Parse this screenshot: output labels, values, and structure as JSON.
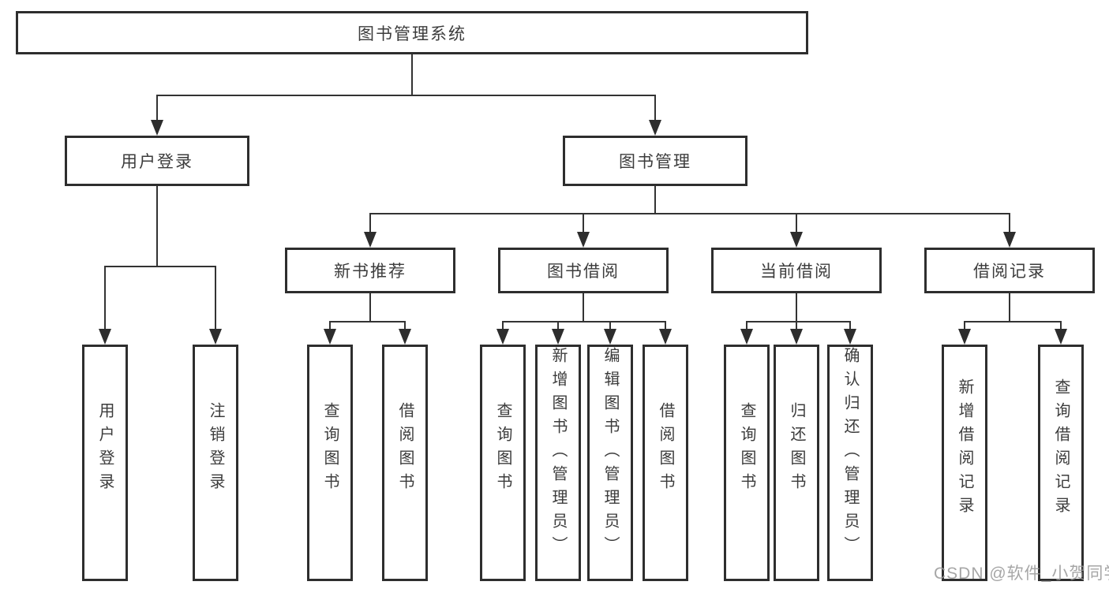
{
  "tree": {
    "root": "图书管理系统",
    "level2": [
      "用户登录",
      "图书管理"
    ],
    "level3": [
      "新书推荐",
      "图书借阅",
      "当前借阅",
      "借阅记录"
    ],
    "user_login_children": [
      "用户登录",
      "注销登录"
    ],
    "new_books_children": [
      "查询图书",
      "借阅图书"
    ],
    "borrow_children": [
      "查询图书",
      "新增图书（管理员）",
      "编辑图书（管理员）",
      "借阅图书"
    ],
    "current_children": [
      "查询图书",
      "归还图书",
      "确认归还（管理员）"
    ],
    "records_children": [
      "新增借阅记录",
      "查询借阅记录"
    ]
  },
  "watermark": {
    "text": "CSDN @软件_小贺同学"
  },
  "colors": {
    "border": "#2e2e2e",
    "line": "#333333",
    "text": "#3c3c3c",
    "background": "#ffffff",
    "watermark": "#969696"
  }
}
